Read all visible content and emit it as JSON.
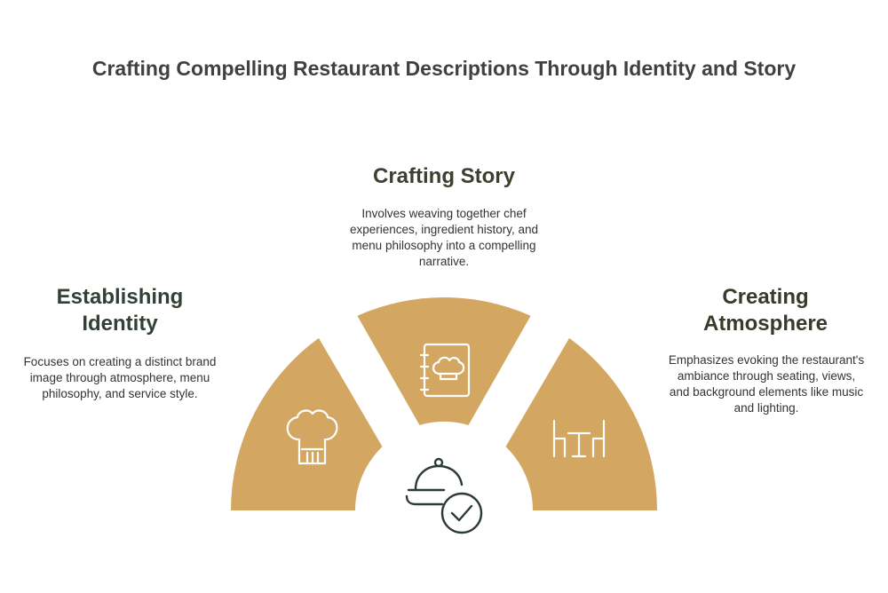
{
  "title": "Crafting Compelling Restaurant Descriptions Through Identity and Story",
  "colors": {
    "segment_fill": "#D3A762",
    "icon_stroke": "#ffffff",
    "center_icon_stroke": "#2e3a3a",
    "background": "#ffffff"
  },
  "sections": {
    "left": {
      "heading": "Establishing Identity",
      "description": "Focuses on creating a distinct brand image through atmosphere, menu philosophy, and service style.",
      "icon": "chef-hat-icon"
    },
    "top": {
      "heading": "Crafting Story",
      "description": "Involves weaving together chef experiences, ingredient history, and menu philosophy into a compelling narrative.",
      "icon": "recipe-book-icon"
    },
    "right": {
      "heading": "Creating Atmosphere",
      "description": "Emphasizes evoking the restaurant's ambiance through seating, views, and background elements like music and lighting.",
      "icon": "table-chairs-icon"
    }
  },
  "center_icon": "serving-cloche-check-icon"
}
